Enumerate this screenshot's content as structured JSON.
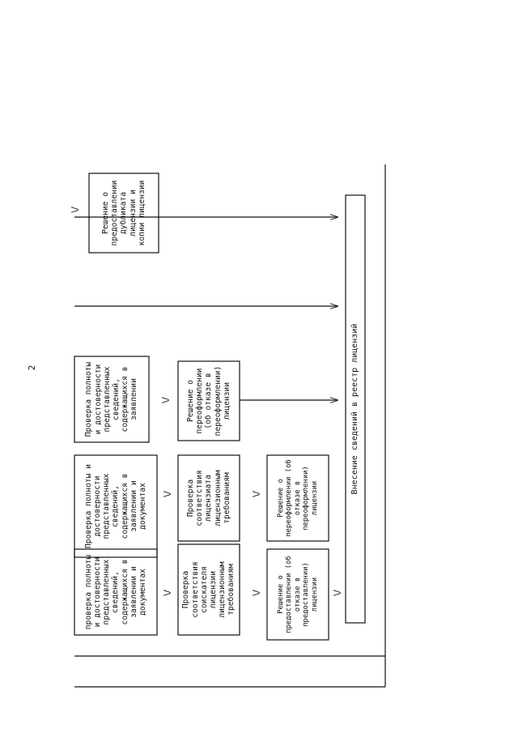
{
  "page_number": "2",
  "boxes": {
    "duplicate_decision": "Решение о предоставлении дубликата лицензии и копии лицензии",
    "check_col1_r1": "проверка полноты и достоверности представленных сведений, содержащихся в заявлении и документах",
    "check_col2_r1": "Проверка полноты и достоверности представленных сведений, содержащихся в заявлении и документах",
    "check_col3_r1": "Проверка полноты и достоверности представленных сведений, содержащихся в заявлении",
    "check_col1_r2": "Проверка соответствия соискателя лицензии лицензионным требованиям",
    "check_col2_r2": "Проверка соответствия лицензиата лицензионным требованиям",
    "decision_col3_r2": "Решение о переоформлении (об отказе в переоформлении) лицензии",
    "decision_col1_r3": "Решение о предоставлении (об отказе в предоставлении) лицензии",
    "decision_col2_r3": "Решение о переоформлении (об отказе в переоформлении) лицензии",
    "registry": "Внесение сведений в реестр лицензий"
  }
}
